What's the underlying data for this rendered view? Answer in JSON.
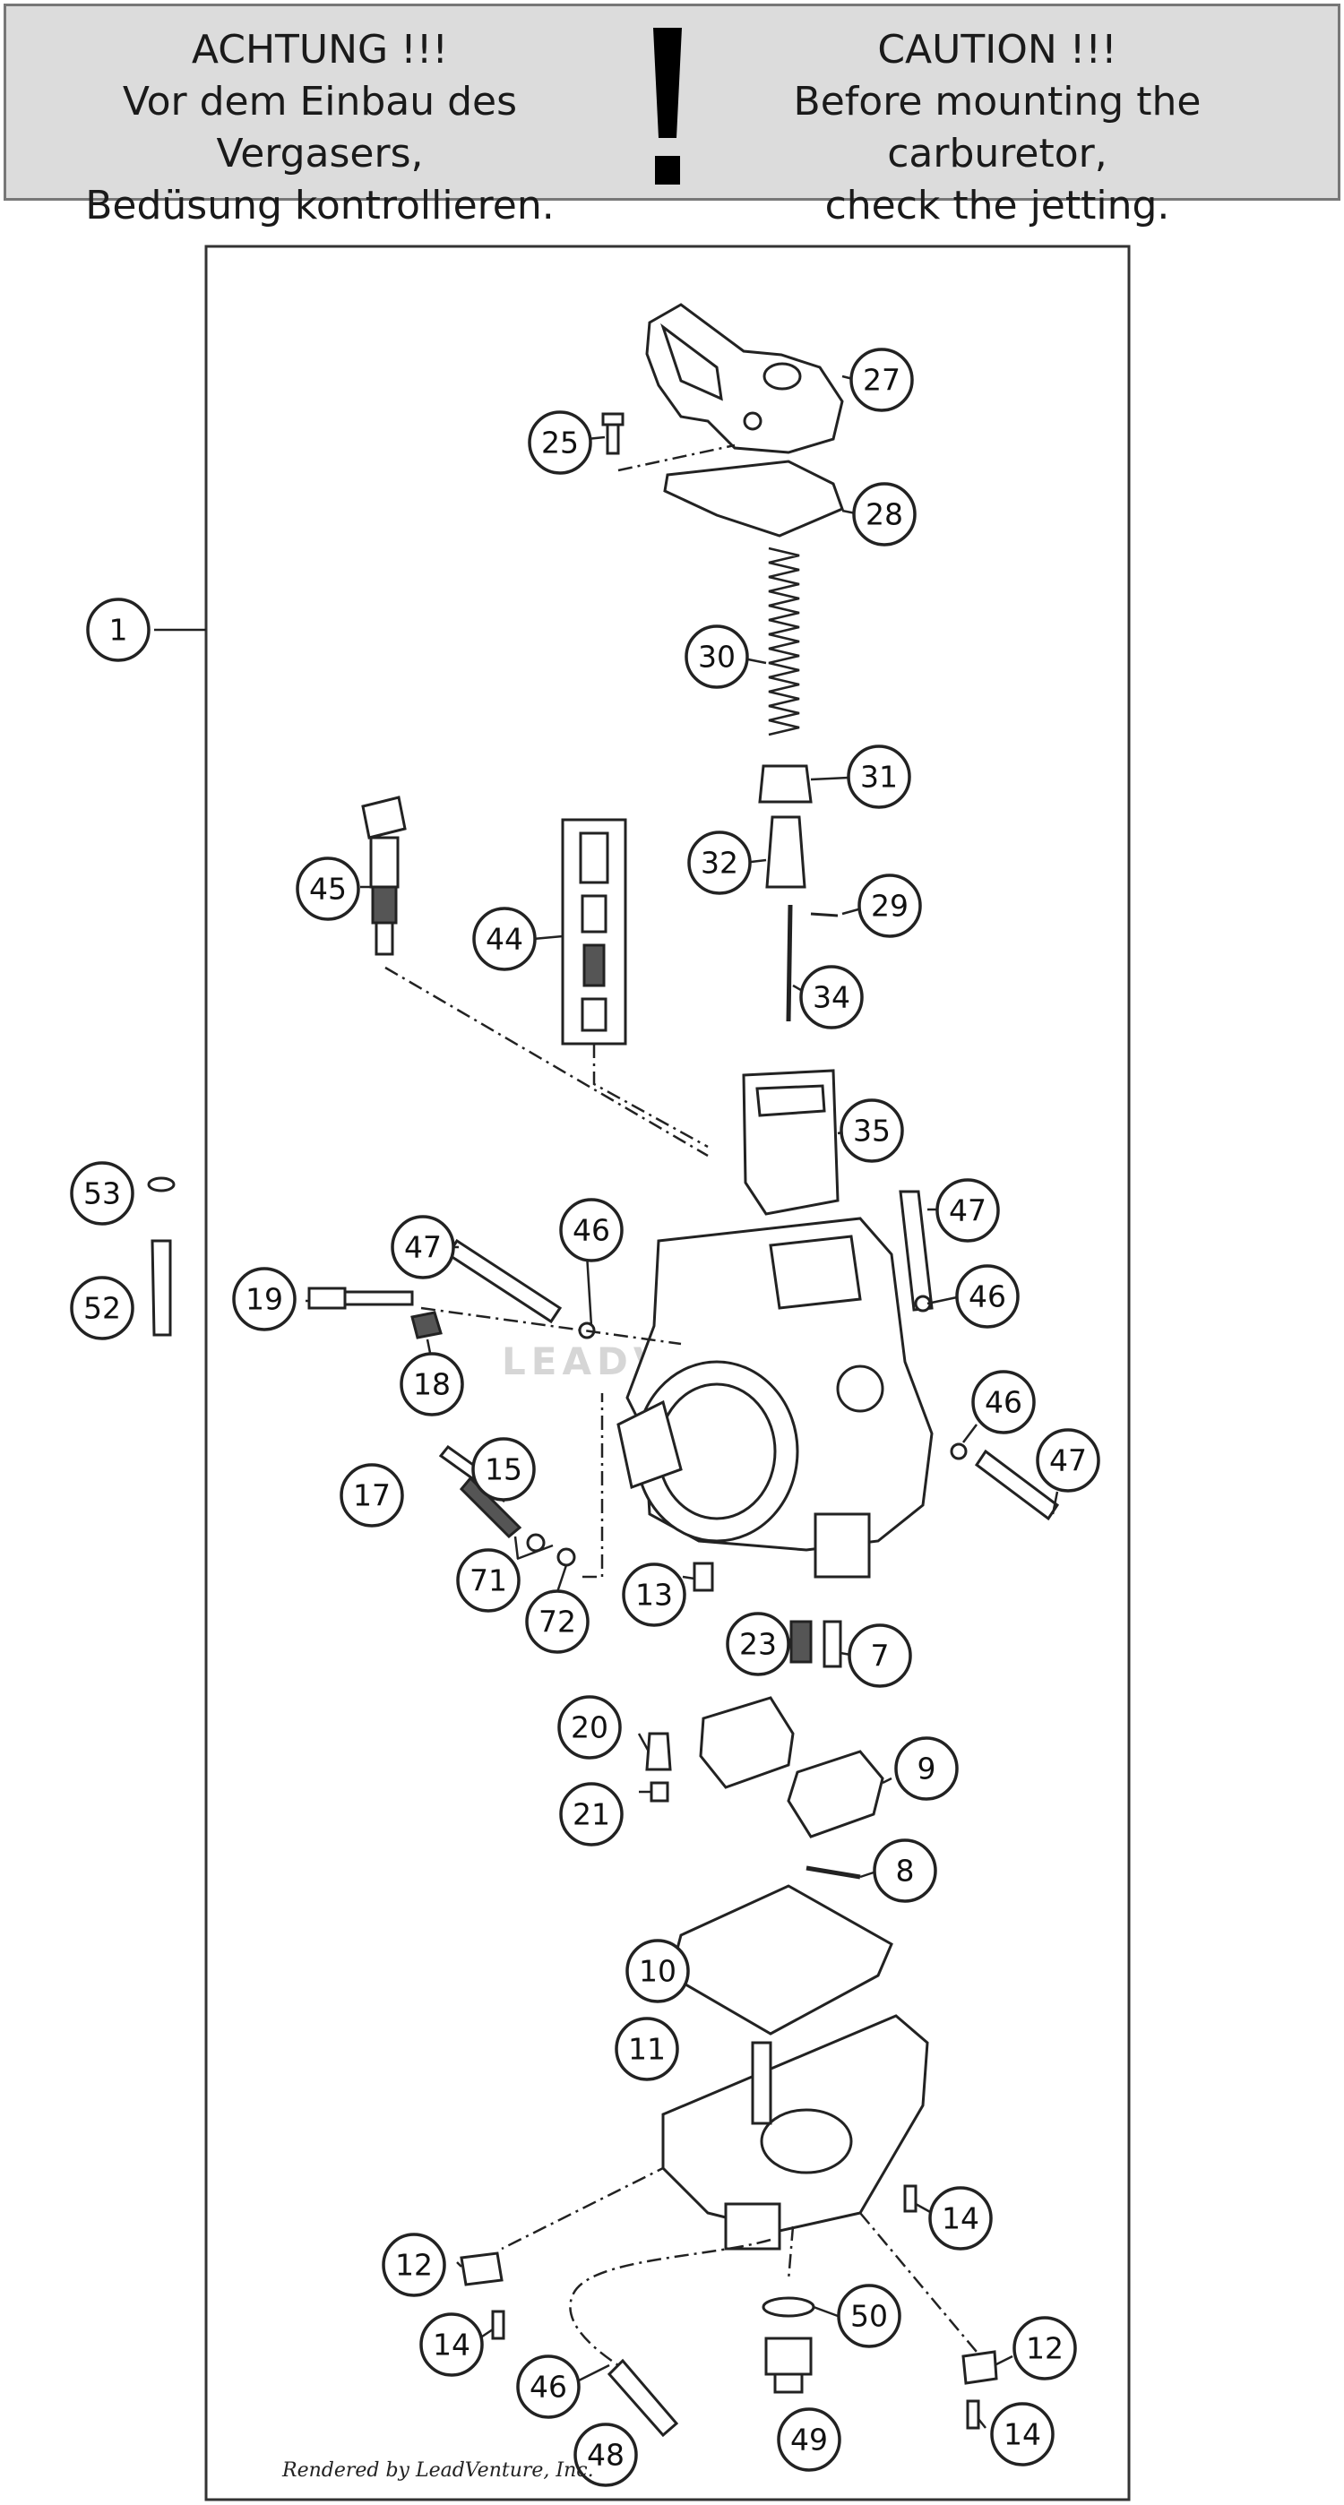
{
  "banner": {
    "de_title": "ACHTUNG !!!",
    "de_line1": "Vor dem Einbau des Vergasers,",
    "de_line2": "Bedüsung kontrollieren.",
    "mark": "!",
    "en_title": "CAUTION !!!",
    "en_line1": "Before mounting the carburetor,",
    "en_line2": "check the jetting."
  },
  "watermark": "LEADVENTURE",
  "credit": "Rendered by LeadVenture, Inc.",
  "callouts": {
    "c1": "1",
    "c25": "25",
    "c27": "27",
    "c28": "28",
    "c30": "30",
    "c31": "31",
    "c32": "32",
    "c29": "29",
    "c34": "34",
    "c45": "45",
    "c44": "44",
    "c35": "35",
    "c53": "53",
    "c52": "52",
    "c47a": "47",
    "c46a": "46",
    "c47b": "47",
    "c46b": "46",
    "c19": "19",
    "c18": "18",
    "c46c": "46",
    "c47c": "47",
    "c17": "17",
    "c15": "15",
    "c71": "71",
    "c72": "72",
    "c13": "13",
    "c23": "23",
    "c7": "7",
    "c20": "20",
    "c9": "9",
    "c21": "21",
    "c8": "8",
    "c10": "10",
    "c11": "11",
    "c14a": "14",
    "c12a": "12",
    "c14b": "14",
    "c50": "50",
    "c12b": "12",
    "c46d": "46",
    "c49": "49",
    "c14c": "14",
    "c48": "48"
  }
}
